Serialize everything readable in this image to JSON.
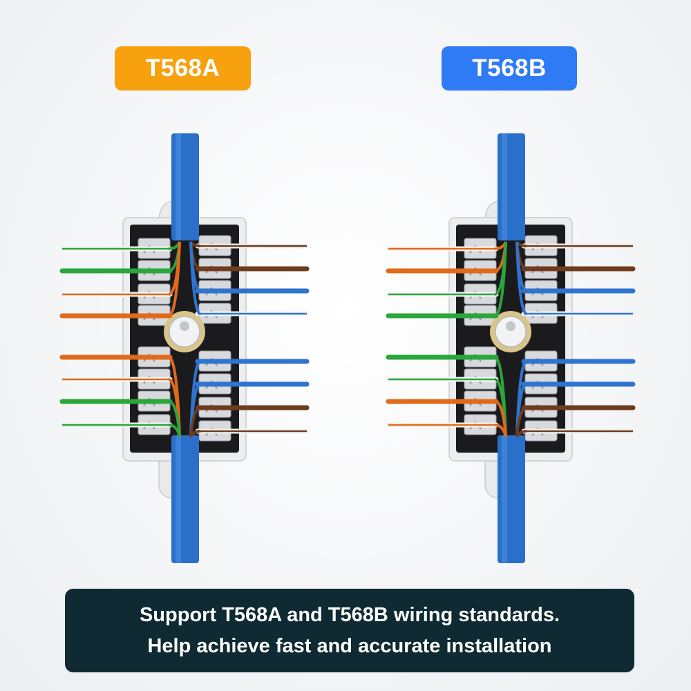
{
  "colors": {
    "badge_a": "#f7a10f",
    "badge_b": "#2f7bf5",
    "cable_blue": "#2a6fc9",
    "caption_bg": "#0f2a33",
    "wire_green": "#2aa63a",
    "wire_orange": "#e06a1c",
    "wire_blue": "#2f74cf",
    "wire_brown": "#6e3b1e"
  },
  "standards": [
    {
      "label": "T568A",
      "left_wires": [
        "white-green",
        "green",
        "white-orange",
        "orange",
        "orange",
        "white-orange",
        "green",
        "white-green"
      ],
      "right_wires": [
        "white-brown",
        "brown",
        "blue",
        "white-blue",
        "blue",
        "blue",
        "brown",
        "white-brown"
      ]
    },
    {
      "label": "T568B",
      "left_wires": [
        "white-orange",
        "orange",
        "white-green",
        "green",
        "green",
        "white-green",
        "orange",
        "white-orange"
      ],
      "right_wires": [
        "white-brown",
        "brown",
        "blue",
        "white-blue",
        "blue",
        "blue",
        "brown",
        "white-brown"
      ]
    }
  ],
  "caption": {
    "line1": "Support T568A and T568B wiring standards.",
    "line2": "Help achieve fast and accurate installation"
  }
}
